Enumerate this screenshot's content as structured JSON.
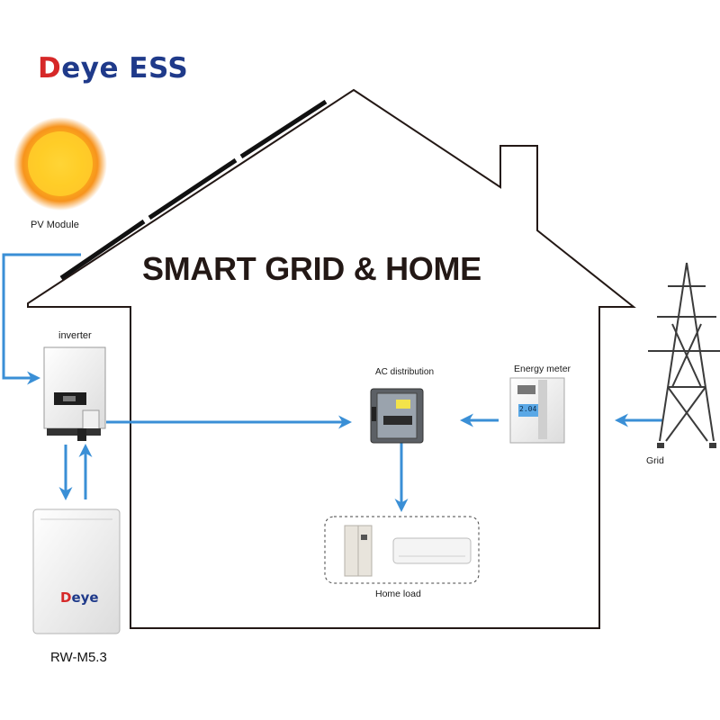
{
  "brand": {
    "logo_letter": "D",
    "logo_rest": "eye ESS"
  },
  "title": "SMART GRID &  HOME",
  "labels": {
    "pv_module": "PV Module",
    "inverter": "inverter",
    "ac_distribution": "AC distribution",
    "energy_meter": "Energy meter",
    "grid": "Grid",
    "home_load": "Home load",
    "battery_model": "RW-M5.3"
  },
  "battery_brand": {
    "logo_letter": "D",
    "logo_rest": "eye"
  },
  "meter_display": "2.04",
  "colors": {
    "flow": "#3a8fd6",
    "brand_blue": "#1f3a8a",
    "brand_red": "#d62828",
    "house": "#231815"
  }
}
